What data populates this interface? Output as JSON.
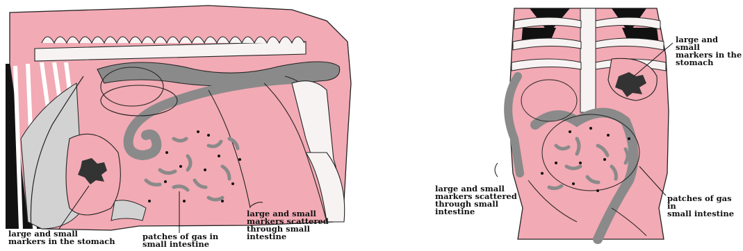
{
  "figure": {
    "left_view": {
      "label_stomach": "large and small\nmarkers in the stomach",
      "label_gas": "patches of gas in\nsmall intestine",
      "label_scatter": "large and small\nmarkers scattered\nthrough small\nintestine"
    },
    "right_view": {
      "label_stomach": "large and small\nmarkers in the\nstomach",
      "label_scatter": "large and small\nmarkers scattered\nthrough small\nintestine",
      "label_gas": "patches of gas in\nsmall intestine"
    }
  },
  "colors": {
    "tissue": "#f2aab4",
    "organ_gray": "#8a8a8a",
    "bone_white": "#f7f3f3",
    "background_gray": "#d2d2d2",
    "ink": "#111111"
  }
}
